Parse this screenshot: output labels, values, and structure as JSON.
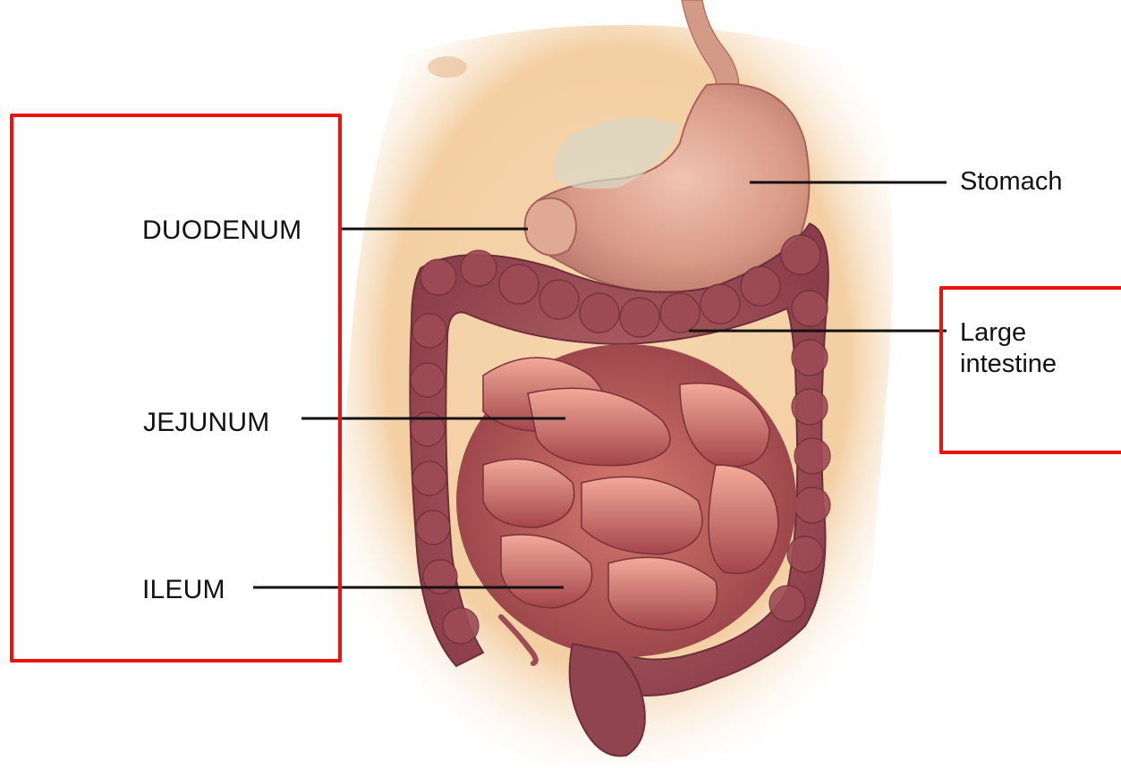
{
  "labels": {
    "duodenum": "DUODENUM",
    "jejunum": "JEJUNUM",
    "ileum": "ILEUM",
    "stomach": "Stomach",
    "large_intestine": "Large intestine"
  },
  "colors": {
    "highlight_box": "#ee1111",
    "leader_line": "#111111",
    "skin": "#f3cfa3",
    "stomach": "#d99a86",
    "intestine": "#a85050"
  }
}
